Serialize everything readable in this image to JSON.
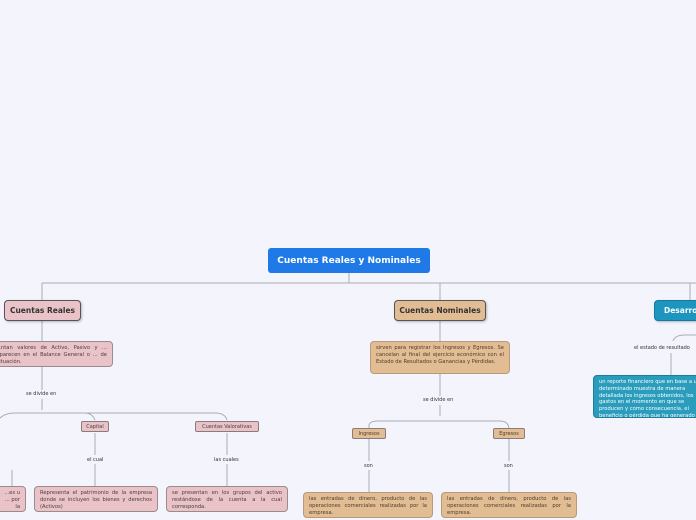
{
  "root": {
    "label": "Cuentas Reales y Nominales"
  },
  "reales": {
    "label": "Cuentas Reales",
    "desc": "...ntan valores de Activo, Pasivo y ... Aparecen en el Balance General o ... de Situación.",
    "connector": "se divide en",
    "capital": {
      "label": "Capital",
      "connector": "el cual",
      "desc": "Representa el patrimonio de la empresa donde se incluyen los bienes y derechos (Activos)"
    },
    "valorativas": {
      "label": "Cuentas Valorativas",
      "connector": "las cuales",
      "desc": "se presentan en los grupos del activo restándose de la cuenta a la cual corresponda."
    },
    "left_partial": "...es u ... por la"
  },
  "nominales": {
    "label": "Cuentas Nominales",
    "desc": "sirven para registrar los Ingresos y Egresos. Se cancelan al final del ejercicio económico con el Estado de Resultados o Ganancias y Pérdidas.",
    "connector": "se divide en",
    "ingresos": {
      "label": "Ingresos",
      "connector": "son",
      "desc": "las entradas de dinero, producto de las operaciones comerciales realizadas por la empresa."
    },
    "egresos": {
      "label": "Egresos",
      "connector": "son",
      "desc": "las entradas de dinero, producto de las operaciones comerciales realizadas por la empresa."
    }
  },
  "desarrollo": {
    "label": "Desarrollo",
    "connector": "el estado de resultado",
    "desc": "un reporte financiero que en base a un determinado muestra de manera detallada los ingresos obtenidos, los gastos en el momento en que se producen y como consecuencia, el beneficio o pérdida que ha generado la empresa en dicho periodo de tiempo"
  }
}
